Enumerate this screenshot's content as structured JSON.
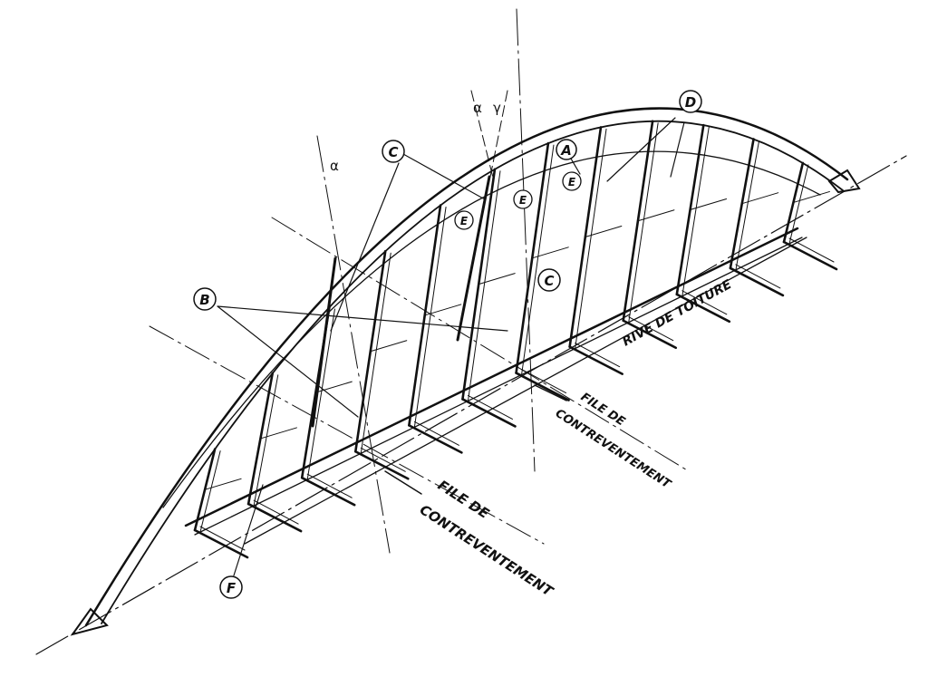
{
  "colors": {
    "ink": "#111111",
    "paper": "#ffffff"
  },
  "labels": {
    "A": "A",
    "B": "B",
    "C1": "C",
    "C2": "C",
    "D": "D",
    "E1": "E",
    "E2": "E",
    "E3": "E",
    "F": "F",
    "alpha1": "α",
    "alpha2": "α",
    "gamma": "γ"
  },
  "annotations": {
    "rive": "RIVE DE TOITURE",
    "file1_line1": "FILE DE",
    "file1_line2": "CONTREVENTEMENT",
    "file2_line1": "FILE DE",
    "file2_line2": "CONTREVENTEMENT"
  }
}
